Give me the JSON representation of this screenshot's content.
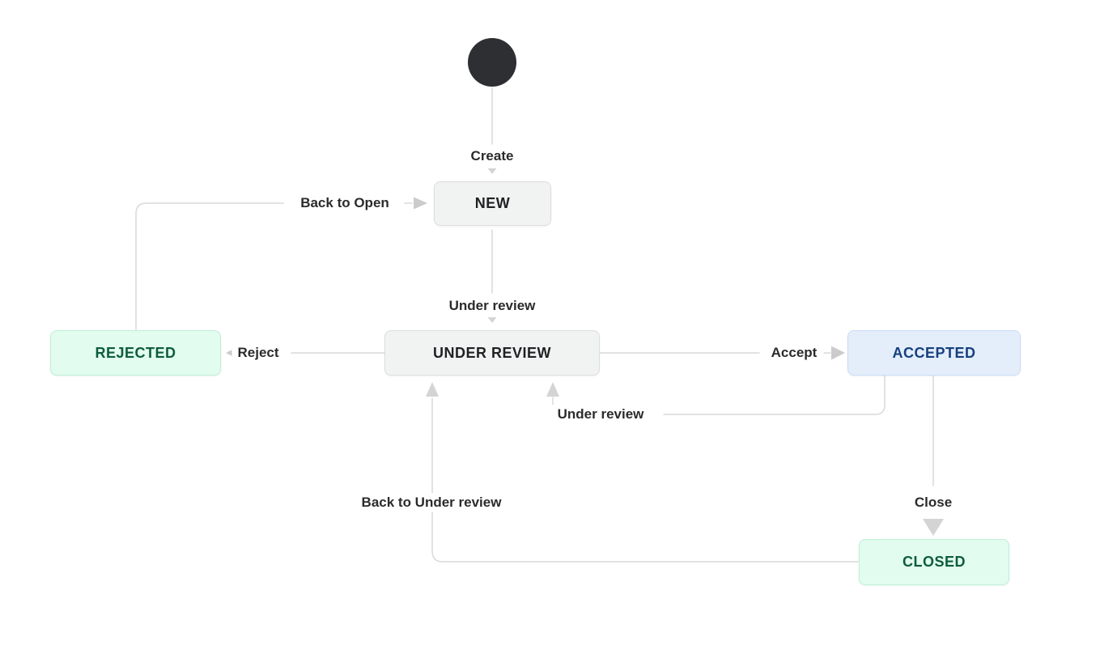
{
  "workflow": {
    "start_node": {
      "name": "start"
    },
    "states": [
      {
        "id": "new",
        "label": "NEW",
        "category": "neutral"
      },
      {
        "id": "under_review",
        "label": "UNDER REVIEW",
        "category": "neutral"
      },
      {
        "id": "rejected",
        "label": "REJECTED",
        "category": "success"
      },
      {
        "id": "accepted",
        "label": "ACCEPTED",
        "category": "info"
      },
      {
        "id": "closed",
        "label": "CLOSED",
        "category": "success"
      }
    ],
    "transitions": [
      {
        "label": "Create",
        "from": "start",
        "to": "new"
      },
      {
        "label": "Under review",
        "from": "new",
        "to": "under_review"
      },
      {
        "label": "Back to Open",
        "from": "rejected",
        "to": "new"
      },
      {
        "label": "Reject",
        "from": "under_review",
        "to": "rejected"
      },
      {
        "label": "Accept",
        "from": "under_review",
        "to": "accepted"
      },
      {
        "label": "Under review",
        "from": "accepted",
        "to": "under_review"
      },
      {
        "label": "Close",
        "from": "accepted",
        "to": "closed"
      },
      {
        "label": "Back to Under review",
        "from": "closed",
        "to": "under_review"
      }
    ],
    "colors": {
      "background": "#ffffff",
      "start_node": "#2d2f33",
      "connector_line": "#d9d9d9",
      "arrowhead": "#cbcbcb",
      "state_neutral_bg": "#f1f2f2",
      "state_neutral_border": "#dcdddf",
      "state_neutral_text": "#1f2124",
      "state_success_bg": "#e2fcef",
      "state_success_border": "#bdefd6",
      "state_success_text": "#0e5c3e",
      "state_info_bg": "#e4eefb",
      "state_info_border": "#c9dcf6",
      "state_info_text": "#16407e"
    }
  }
}
